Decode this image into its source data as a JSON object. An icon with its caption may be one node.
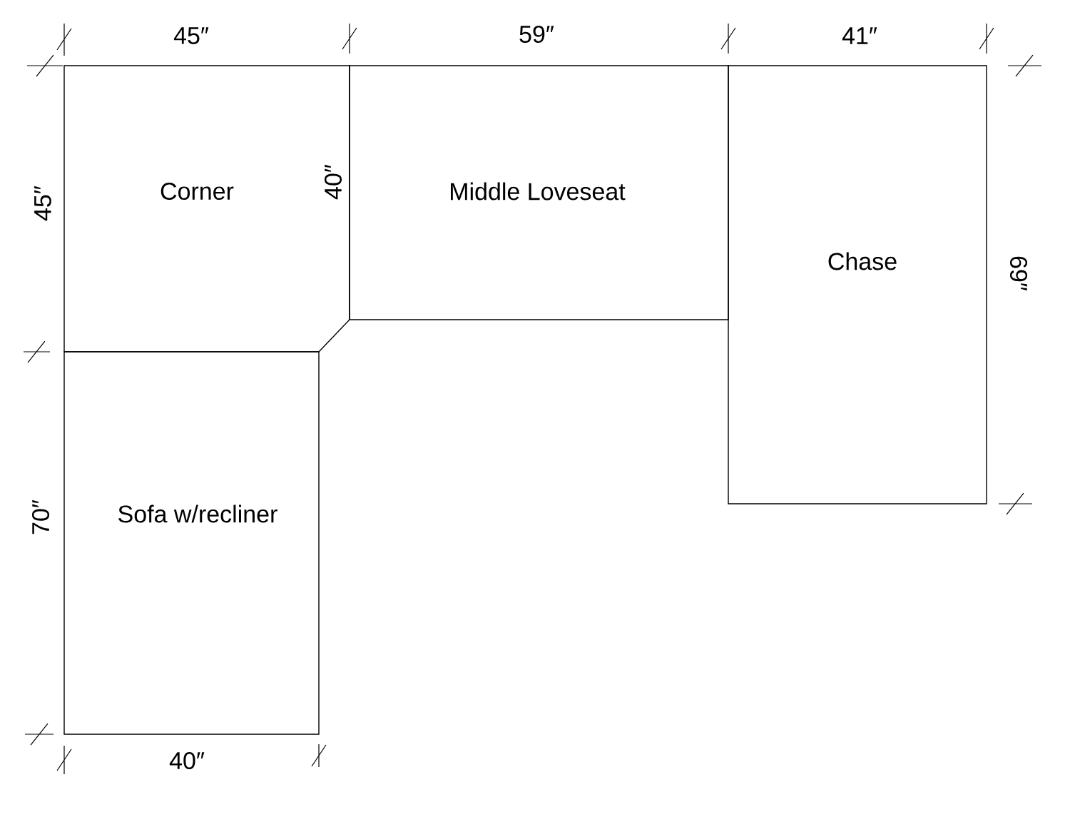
{
  "diagram": {
    "nodes": [
      {
        "text": [
          "Corner"
        ]
      },
      {
        "text": [
          "Middle Loveseat"
        ]
      },
      {
        "text": [
          "Chase"
        ]
      },
      {
        "text": [
          "Sofa w/recliner"
        ]
      }
    ],
    "labels": [
      "45″",
      "59″",
      "41″",
      "45″",
      "40″",
      "69″",
      "70″",
      "40″"
    ]
  }
}
